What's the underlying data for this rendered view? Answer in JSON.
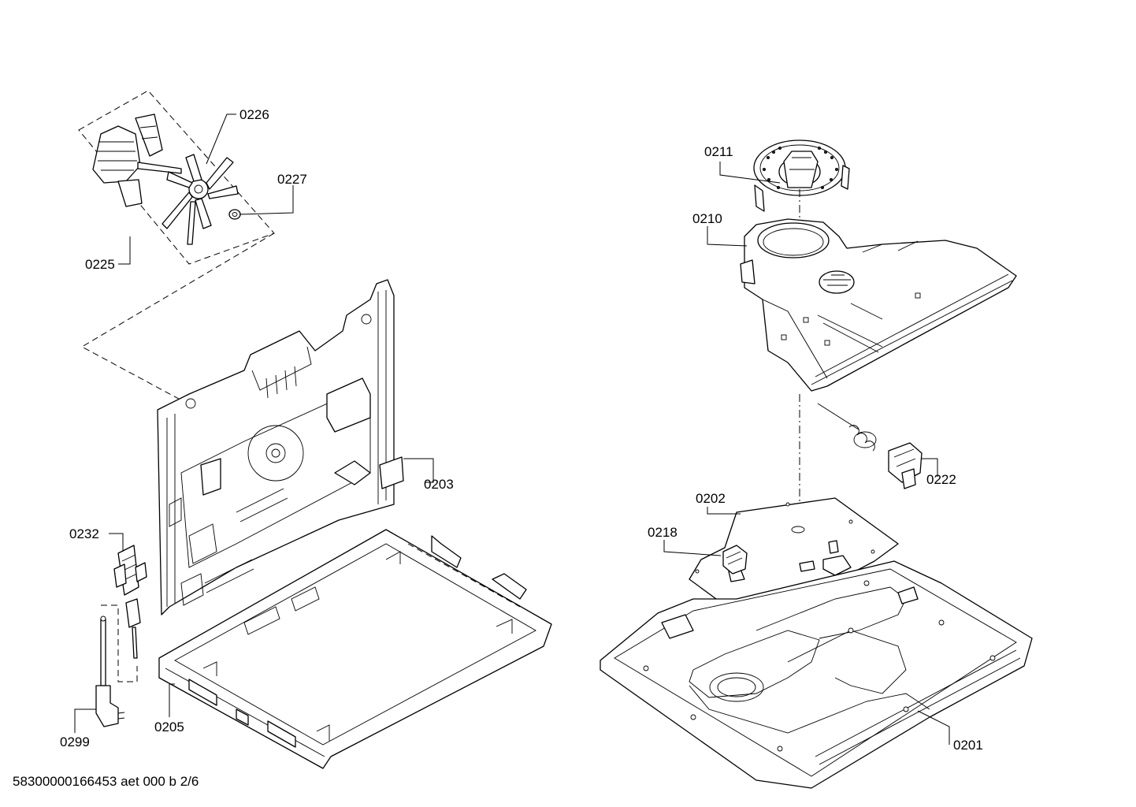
{
  "document": {
    "reference": "58300000166453 aet 000 b 2/6"
  },
  "callouts": [
    {
      "id": "c0226",
      "label": "0226"
    },
    {
      "id": "c0227",
      "label": "0227"
    },
    {
      "id": "c0225",
      "label": "0225"
    },
    {
      "id": "c0211",
      "label": "0211"
    },
    {
      "id": "c0210",
      "label": "0210"
    },
    {
      "id": "c0203",
      "label": "0203"
    },
    {
      "id": "c0222",
      "label": "0222"
    },
    {
      "id": "c0202",
      "label": "0202"
    },
    {
      "id": "c0218",
      "label": "0218"
    },
    {
      "id": "c0232",
      "label": "0232"
    },
    {
      "id": "c0205",
      "label": "0205"
    },
    {
      "id": "c0299",
      "label": "0299"
    },
    {
      "id": "c0201",
      "label": "0201"
    }
  ]
}
